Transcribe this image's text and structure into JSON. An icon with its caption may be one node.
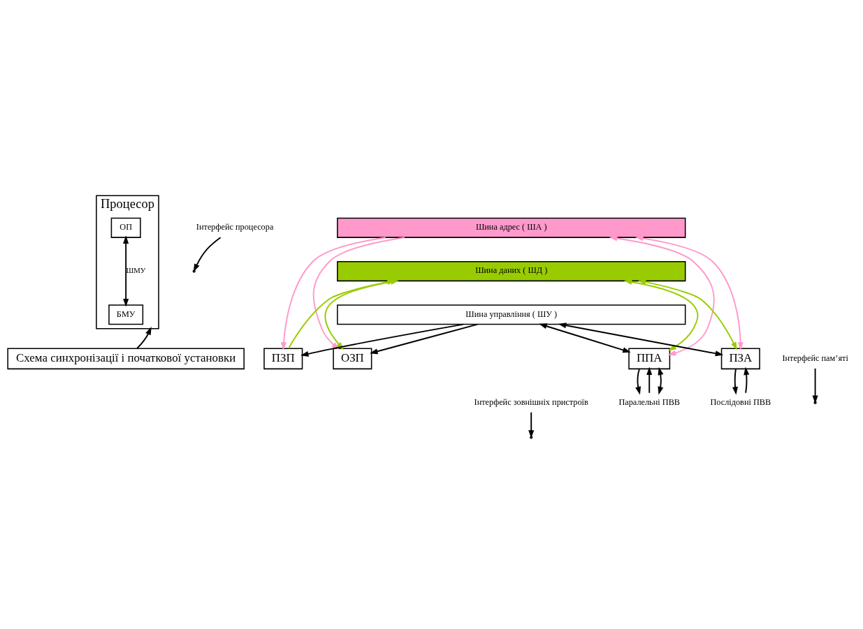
{
  "diagram": {
    "nodes": [
      {
        "text": [
          "Процесор"
        ]
      },
      {
        "text": [
          "ОП"
        ],
        "in": 0
      },
      {
        "text": [
          "БМУ"
        ],
        "in": 0
      },
      {
        "text": [
          "Шина адрес ( ША )"
        ]
      },
      {
        "text": [
          "Шина даних ( ШД )"
        ]
      },
      {
        "text": [
          "Шина управління ( ШУ )"
        ]
      },
      {
        "text": [
          "Схема синхронізації і початкової установки"
        ]
      },
      {
        "text": [
          "ПЗП"
        ]
      },
      {
        "text": [
          "ОЗП"
        ]
      },
      {
        "text": [
          "ППА"
        ]
      },
      {
        "text": [
          "ПЗА"
        ]
      },
      {
        "text": [
          "Паралельні ПВВ"
        ]
      },
      {
        "text": [
          "Послідовні ПВВ"
        ]
      },
      {
        "text": [
          "Інтерфейс процесора"
        ]
      },
      {
        "text": [
          "Інтерфейс пам’яті"
        ]
      },
      {
        "text": [
          "Інтерфейс зовнішніх пристроїв"
        ]
      }
    ],
    "edges": [
      {
        "from": 1,
        "to": 2,
        "arrow": "both",
        "label": "ШМУ"
      },
      {
        "from": 6,
        "to": 0,
        "arrow": "to"
      },
      {
        "from": 3,
        "to": 7,
        "arrow": "to",
        "color": "#ff99cc"
      },
      {
        "from": 7,
        "to": 4,
        "arrow": "to",
        "color": "#99cc00"
      },
      {
        "from": 5,
        "to": 7,
        "arrow": "to"
      },
      {
        "from": 3,
        "to": 8,
        "arrow": "to",
        "color": "#ff99cc"
      },
      {
        "from": 4,
        "to": 8,
        "arrow": "both",
        "color": "#99cc00"
      },
      {
        "from": 5,
        "to": 8,
        "arrow": "to"
      },
      {
        "from": 3,
        "to": 9,
        "arrow": "both",
        "color": "#ff99cc"
      },
      {
        "from": 4,
        "to": 9,
        "arrow": "both",
        "color": "#99cc00"
      },
      {
        "from": 5,
        "to": 9,
        "arrow": "both"
      },
      {
        "from": 3,
        "to": 10,
        "arrow": "both",
        "color": "#ff99cc"
      },
      {
        "from": 4,
        "to": 10,
        "arrow": "both",
        "color": "#99cc00"
      },
      {
        "from": 5,
        "to": 10,
        "arrow": "both"
      },
      {
        "from": 11,
        "to": 9,
        "arrow": "to"
      },
      {
        "from": 9,
        "to": 11,
        "arrow": "to"
      },
      {
        "from": 9,
        "to": 11,
        "arrow": "both"
      },
      {
        "from": 12,
        "to": 10,
        "arrow": "to"
      },
      {
        "from": 10,
        "to": 12,
        "arrow": "to"
      },
      {
        "from": 13,
        "to": null,
        "arrow": "to"
      },
      {
        "from": 14,
        "to": null,
        "arrow": "to"
      },
      {
        "from": 15,
        "to": null,
        "arrow": "to"
      }
    ]
  }
}
